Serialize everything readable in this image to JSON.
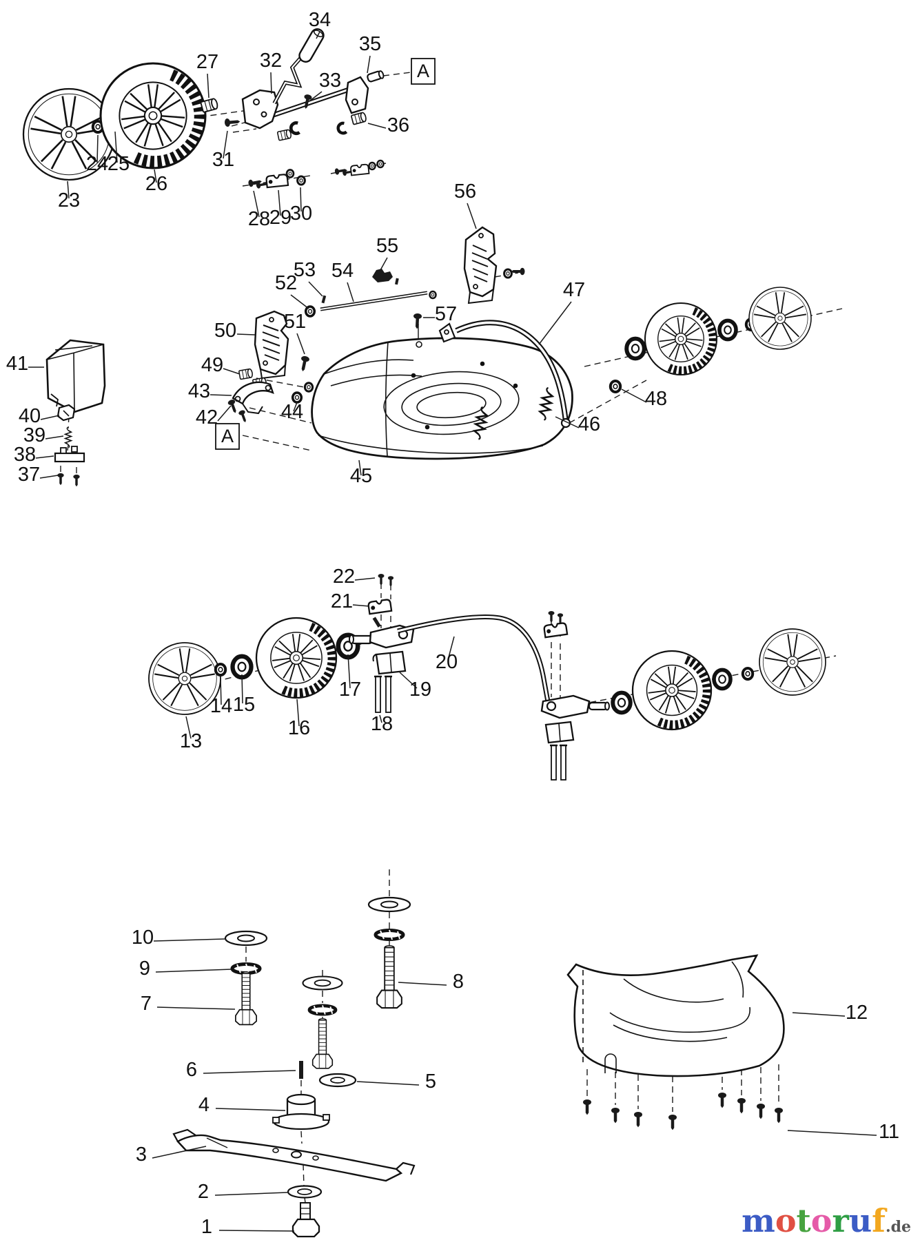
{
  "document": {
    "kind": "exploded-parts-diagram",
    "subject": "lawn mower deck, wheels, axles, blade and covers"
  },
  "section_markers": [
    {
      "label": "A"
    },
    {
      "label": "A"
    }
  ],
  "callouts": [
    {
      "num": "1"
    },
    {
      "num": "2"
    },
    {
      "num": "3"
    },
    {
      "num": "4"
    },
    {
      "num": "5"
    },
    {
      "num": "6"
    },
    {
      "num": "7"
    },
    {
      "num": "8"
    },
    {
      "num": "9"
    },
    {
      "num": "10"
    },
    {
      "num": "11"
    },
    {
      "num": "12"
    },
    {
      "num": "13"
    },
    {
      "num": "14"
    },
    {
      "num": "15"
    },
    {
      "num": "16"
    },
    {
      "num": "17"
    },
    {
      "num": "18"
    },
    {
      "num": "19"
    },
    {
      "num": "20"
    },
    {
      "num": "21"
    },
    {
      "num": "22"
    },
    {
      "num": "23"
    },
    {
      "num": "24"
    },
    {
      "num": "25"
    },
    {
      "num": "26"
    },
    {
      "num": "27"
    },
    {
      "num": "28"
    },
    {
      "num": "29"
    },
    {
      "num": "30"
    },
    {
      "num": "31"
    },
    {
      "num": "32"
    },
    {
      "num": "33"
    },
    {
      "num": "34"
    },
    {
      "num": "35"
    },
    {
      "num": "36"
    },
    {
      "num": "37"
    },
    {
      "num": "38"
    },
    {
      "num": "39"
    },
    {
      "num": "40"
    },
    {
      "num": "41"
    },
    {
      "num": "42"
    },
    {
      "num": "43"
    },
    {
      "num": "44"
    },
    {
      "num": "45"
    },
    {
      "num": "46"
    },
    {
      "num": "47"
    },
    {
      "num": "48"
    },
    {
      "num": "49"
    },
    {
      "num": "50"
    },
    {
      "num": "51"
    },
    {
      "num": "52"
    },
    {
      "num": "53"
    },
    {
      "num": "54"
    },
    {
      "num": "55"
    },
    {
      "num": "56"
    },
    {
      "num": "57"
    }
  ],
  "watermark": {
    "letters": [
      {
        "ch": "m",
        "color": "#3c5cc5"
      },
      {
        "ch": "o",
        "color": "#e05043"
      },
      {
        "ch": "t",
        "color": "#47a33f"
      },
      {
        "ch": "o",
        "color": "#e55ba8"
      },
      {
        "ch": "r",
        "color": "#2e9e44"
      },
      {
        "ch": "u",
        "color": "#3c5cc5"
      },
      {
        "ch": "f",
        "color": "#f2a71f"
      }
    ],
    "suffix": ".de"
  }
}
